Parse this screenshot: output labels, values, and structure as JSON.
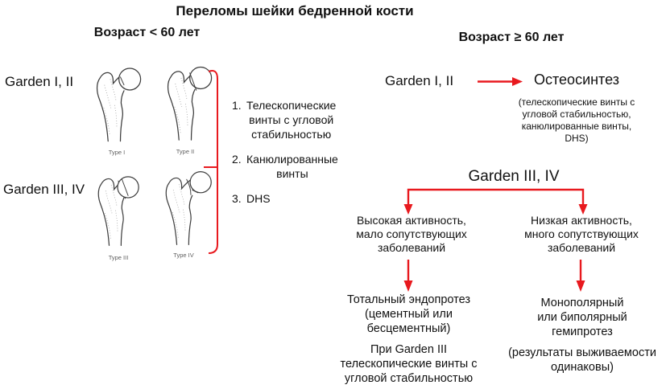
{
  "title": "Переломы шейки бедренной кости",
  "left_section": {
    "header": "Возраст < 60 лет",
    "garden12_label": "Garden I, II",
    "garden34_label": "Garden III, IV",
    "bone_labels": [
      "Type I",
      "Type II",
      "Type III",
      "Type IV"
    ],
    "treatments": [
      {
        "num": "1.",
        "text": "Телескопические\nвинты с угловой\nстабильностью"
      },
      {
        "num": "2.",
        "text": "Канюлированные\nвинты"
      },
      {
        "num": "3.",
        "text": "DHS"
      }
    ]
  },
  "right_section": {
    "header": "Возраст ≥ 60 лет",
    "garden12": {
      "label": "Garden I, II",
      "result": "Остеосинтез",
      "note": "(телескопические винты с\nугловой стабильностью,\nканюлированные винты,\nDHS)"
    },
    "garden34": {
      "label": "Garden III, IV",
      "left_branch": {
        "condition": "Высокая активность,\nмало сопутствующих\nзаболеваний",
        "outcome": "Тотальный эндопротез\n(цементный или\nбесцементный)",
        "outcome_extra": "При Garden III\nтелескопические винты с\nугловой стабильностью"
      },
      "right_branch": {
        "condition": "Низкая активность,\nмного сопутствующих\nзаболеваний",
        "outcome": "Монополярный\nили биполярный\nгемипротез",
        "outcome_extra": "(результаты выживаемости\nодинаковы)"
      }
    }
  },
  "colors": {
    "arrow_red": "#e8191e",
    "text": "#111111",
    "bone_line": "#3d3d3d",
    "bone_label_gray": "#5f5f5f"
  }
}
